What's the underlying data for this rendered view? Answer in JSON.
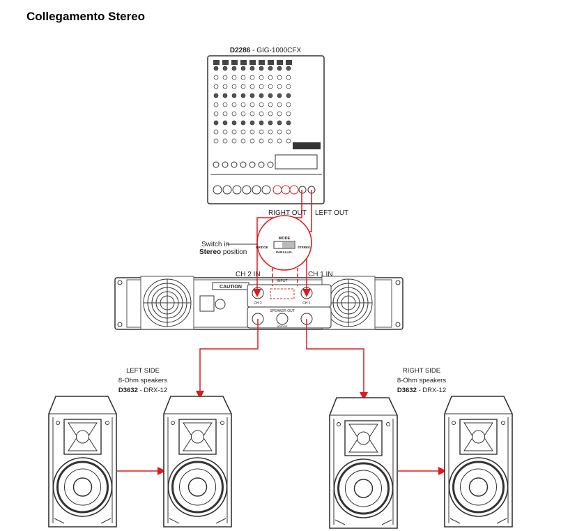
{
  "title": "Collegamento Stereo",
  "mixer": {
    "code": "D2286",
    "separator": " - ",
    "model": "GIG-1000CFX"
  },
  "outputs": {
    "right": "RIGHT OUT",
    "left": "LEFT OUT"
  },
  "switch_note": {
    "line1": "Switch in",
    "bold": "Stereo",
    "rest": " position"
  },
  "switch_detail": {
    "mode": "MODE",
    "bridge": "BRIDGE",
    "stereo": "STEREO",
    "parallel": "PARALLEL"
  },
  "amplifier": {
    "ch2_in": "CH 2 IN",
    "ch1_in": "CH 1 IN",
    "caution": "CAUTION",
    "input": "INPUT",
    "speaker_out": "SPEAKER OUT",
    "bridge": "BRIDGE",
    "ch2": "CH 2",
    "ch1": "CH 1"
  },
  "left_side": {
    "side": "LEFT SIDE",
    "spec": "8-Ohm speakers",
    "code": "D3632",
    "model": " - DRX-12"
  },
  "right_side": {
    "side": "RIGHT SIDE",
    "spec": "8-Ohm speakers",
    "code": "D3632",
    "model": " - DRX-12"
  },
  "colors": {
    "cable": "#e0191c",
    "outline": "#333333"
  }
}
